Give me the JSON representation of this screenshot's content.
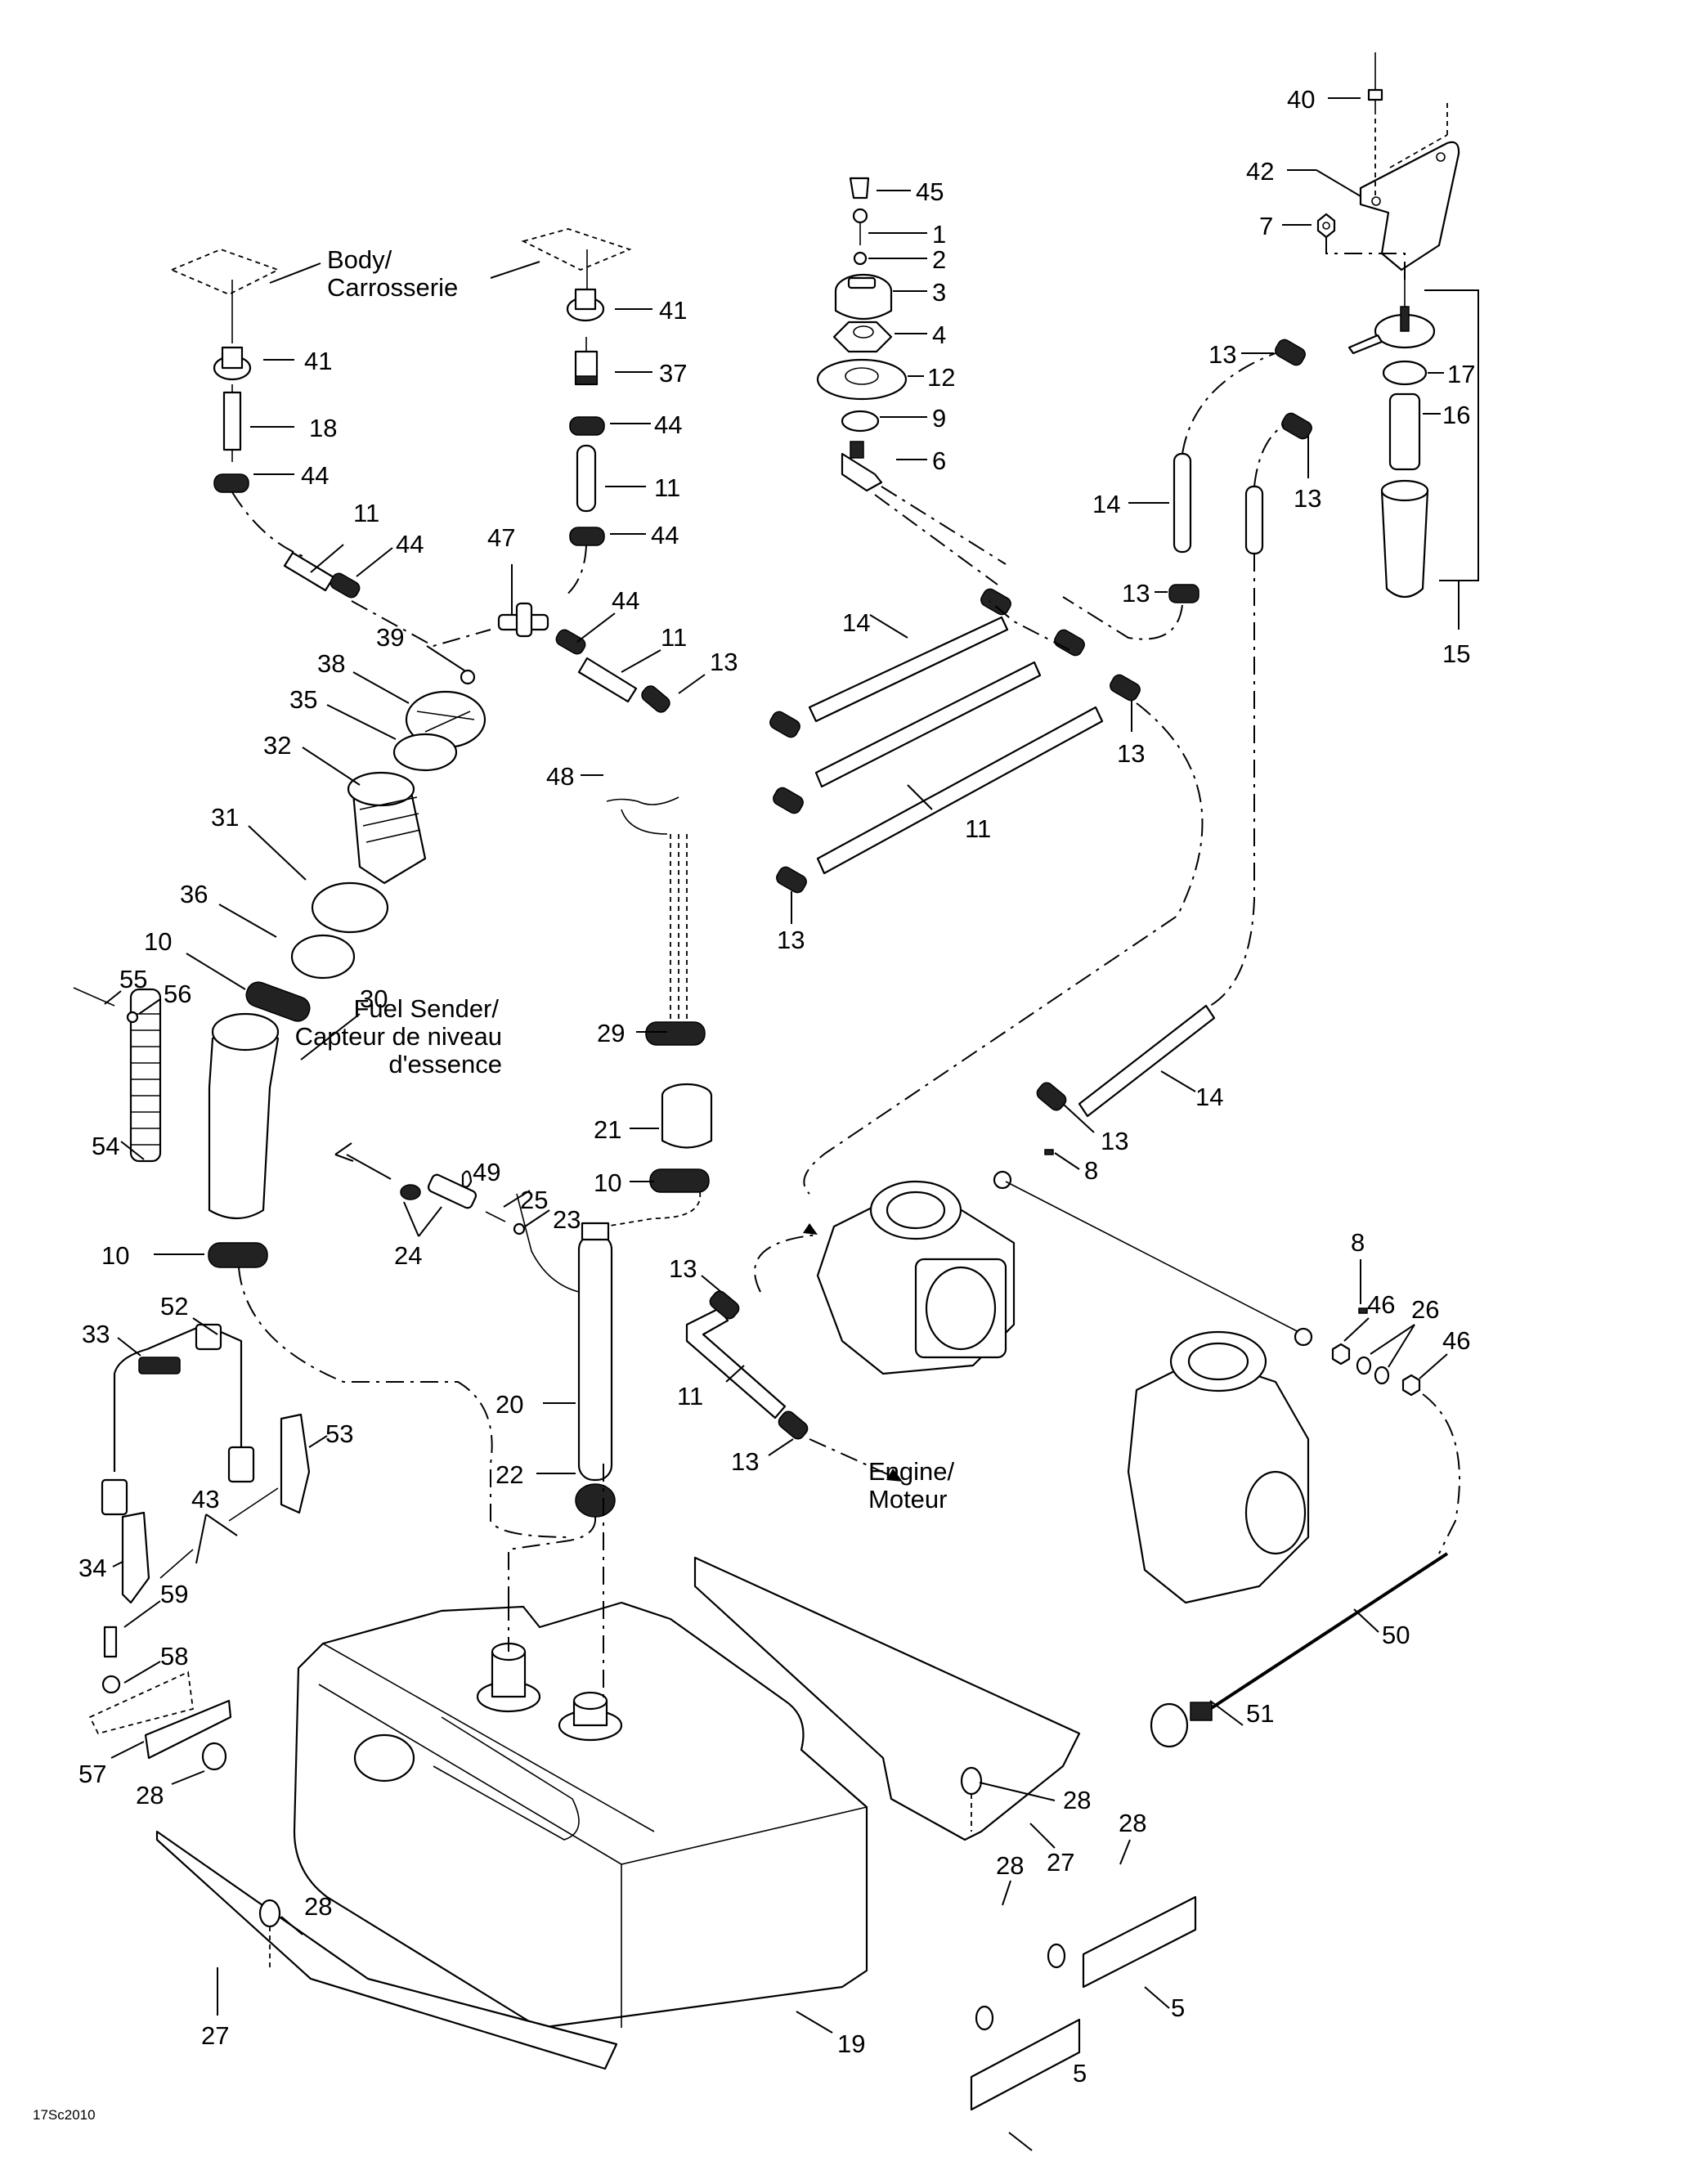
{
  "diagram": {
    "title": "Fuel system exploded parts diagram",
    "drawing_ref": "17Sc2010",
    "annotations": {
      "body": [
        "Body/",
        "Carrosserie"
      ],
      "fuel_sender": [
        "Fuel Sender/",
        "Capteur de niveau",
        "d'essence"
      ],
      "engine": [
        "Engine/",
        "Moteur"
      ]
    },
    "callouts": [
      {
        "id": "c40",
        "label": "40"
      },
      {
        "id": "c42",
        "label": "42"
      },
      {
        "id": "c7",
        "label": "7"
      },
      {
        "id": "c45",
        "label": "45"
      },
      {
        "id": "c1",
        "label": "1"
      },
      {
        "id": "c2",
        "label": "2"
      },
      {
        "id": "c3",
        "label": "3"
      },
      {
        "id": "c4",
        "label": "4"
      },
      {
        "id": "c12",
        "label": "12"
      },
      {
        "id": "c9",
        "label": "9"
      },
      {
        "id": "c6",
        "label": "6"
      },
      {
        "id": "c41a",
        "label": "41"
      },
      {
        "id": "c41b",
        "label": "41"
      },
      {
        "id": "c37",
        "label": "37"
      },
      {
        "id": "c18",
        "label": "18"
      },
      {
        "id": "c44a",
        "label": "44"
      },
      {
        "id": "c44b",
        "label": "44"
      },
      {
        "id": "c44c",
        "label": "44"
      },
      {
        "id": "c44d",
        "label": "44"
      },
      {
        "id": "c44e",
        "label": "44"
      },
      {
        "id": "c11a",
        "label": "11"
      },
      {
        "id": "c11b",
        "label": "11"
      },
      {
        "id": "c11c",
        "label": "11"
      },
      {
        "id": "c11d",
        "label": "11"
      },
      {
        "id": "c11e",
        "label": "11"
      },
      {
        "id": "c47",
        "label": "47"
      },
      {
        "id": "c13a",
        "label": "13"
      },
      {
        "id": "c13b",
        "label": "13"
      },
      {
        "id": "c13c",
        "label": "13"
      },
      {
        "id": "c13d",
        "label": "13"
      },
      {
        "id": "c13e",
        "label": "13"
      },
      {
        "id": "c13f",
        "label": "13"
      },
      {
        "id": "c13g",
        "label": "13"
      },
      {
        "id": "c13h",
        "label": "13"
      },
      {
        "id": "c13i",
        "label": "13"
      },
      {
        "id": "c14a",
        "label": "14"
      },
      {
        "id": "c14b",
        "label": "14"
      },
      {
        "id": "c14c",
        "label": "14"
      },
      {
        "id": "c17",
        "label": "17"
      },
      {
        "id": "c16",
        "label": "16"
      },
      {
        "id": "c15",
        "label": "15"
      },
      {
        "id": "c39",
        "label": "39"
      },
      {
        "id": "c38",
        "label": "38"
      },
      {
        "id": "c35",
        "label": "35"
      },
      {
        "id": "c32",
        "label": "32"
      },
      {
        "id": "c31",
        "label": "31"
      },
      {
        "id": "c36",
        "label": "36"
      },
      {
        "id": "c10a",
        "label": "10"
      },
      {
        "id": "c10b",
        "label": "10"
      },
      {
        "id": "c10c",
        "label": "10"
      },
      {
        "id": "c55",
        "label": "55"
      },
      {
        "id": "c56",
        "label": "56"
      },
      {
        "id": "c30",
        "label": "30"
      },
      {
        "id": "c54",
        "label": "54"
      },
      {
        "id": "c48",
        "label": "48"
      },
      {
        "id": "c29",
        "label": "29"
      },
      {
        "id": "c21",
        "label": "21"
      },
      {
        "id": "c49",
        "label": "49"
      },
      {
        "id": "c25",
        "label": "25"
      },
      {
        "id": "c23",
        "label": "23"
      },
      {
        "id": "c24",
        "label": "24"
      },
      {
        "id": "c20",
        "label": "20"
      },
      {
        "id": "c22",
        "label": "22"
      },
      {
        "id": "c8a",
        "label": "8"
      },
      {
        "id": "c8b",
        "label": "8"
      },
      {
        "id": "c46a",
        "label": "46"
      },
      {
        "id": "c46b",
        "label": "46"
      },
      {
        "id": "c26",
        "label": "26"
      },
      {
        "id": "c50",
        "label": "50"
      },
      {
        "id": "c51",
        "label": "51"
      },
      {
        "id": "c52",
        "label": "52"
      },
      {
        "id": "c33",
        "label": "33"
      },
      {
        "id": "c53",
        "label": "53"
      },
      {
        "id": "c43",
        "label": "43"
      },
      {
        "id": "c34",
        "label": "34"
      },
      {
        "id": "c59",
        "label": "59"
      },
      {
        "id": "c58",
        "label": "58"
      },
      {
        "id": "c57",
        "label": "57"
      },
      {
        "id": "c28a",
        "label": "28"
      },
      {
        "id": "c28b",
        "label": "28"
      },
      {
        "id": "c28c",
        "label": "28"
      },
      {
        "id": "c28d",
        "label": "28"
      },
      {
        "id": "c28e",
        "label": "28"
      },
      {
        "id": "c27a",
        "label": "27"
      },
      {
        "id": "c27b",
        "label": "27"
      },
      {
        "id": "c19",
        "label": "19"
      },
      {
        "id": "c5a",
        "label": "5"
      },
      {
        "id": "c5b",
        "label": "5"
      }
    ]
  }
}
